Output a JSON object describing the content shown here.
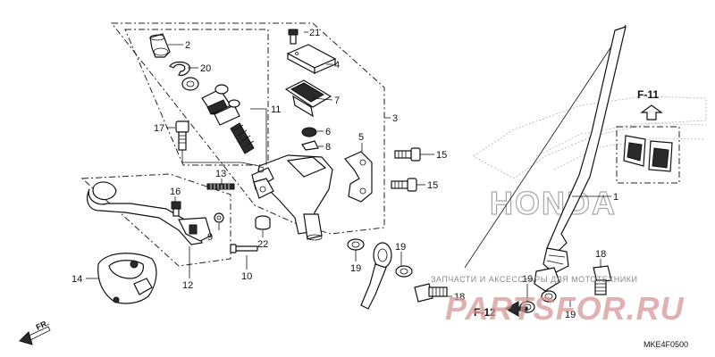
{
  "callouts": [
    {
      "id": "c1",
      "label": "1"
    },
    {
      "id": "c2",
      "label": "2"
    },
    {
      "id": "c3",
      "label": "3"
    },
    {
      "id": "c4",
      "label": "4"
    },
    {
      "id": "c5",
      "label": "5"
    },
    {
      "id": "c6",
      "label": "6"
    },
    {
      "id": "c7",
      "label": "7"
    },
    {
      "id": "c8",
      "label": "8"
    },
    {
      "id": "c9",
      "label": "9"
    },
    {
      "id": "c10",
      "label": "10"
    },
    {
      "id": "c11",
      "label": "11"
    },
    {
      "id": "c12",
      "label": "12"
    },
    {
      "id": "c13",
      "label": "13"
    },
    {
      "id": "c14",
      "label": "14"
    },
    {
      "id": "c15a",
      "label": "15"
    },
    {
      "id": "c15b",
      "label": "15"
    },
    {
      "id": "c16",
      "label": "16"
    },
    {
      "id": "c17",
      "label": "17"
    },
    {
      "id": "c18a",
      "label": "18"
    },
    {
      "id": "c18b",
      "label": "18"
    },
    {
      "id": "c19a",
      "label": "19"
    },
    {
      "id": "c19b",
      "label": "19"
    },
    {
      "id": "c19c",
      "label": "19"
    },
    {
      "id": "c19d",
      "label": "19"
    },
    {
      "id": "c20",
      "label": "20"
    },
    {
      "id": "c21",
      "label": "21"
    },
    {
      "id": "c22",
      "label": "22"
    }
  ],
  "refs": {
    "f11": "F-11",
    "f12": "F-12",
    "front": "FR."
  },
  "diagram_code": "MKE4F0500",
  "watermark": {
    "caption": "ЗАПЧАСТИ И АКСЕССУАРЫ ДЛЯ МОТОТЕХНИКИ",
    "site": "PARTSFOR.RU",
    "brand": "HONDA"
  }
}
